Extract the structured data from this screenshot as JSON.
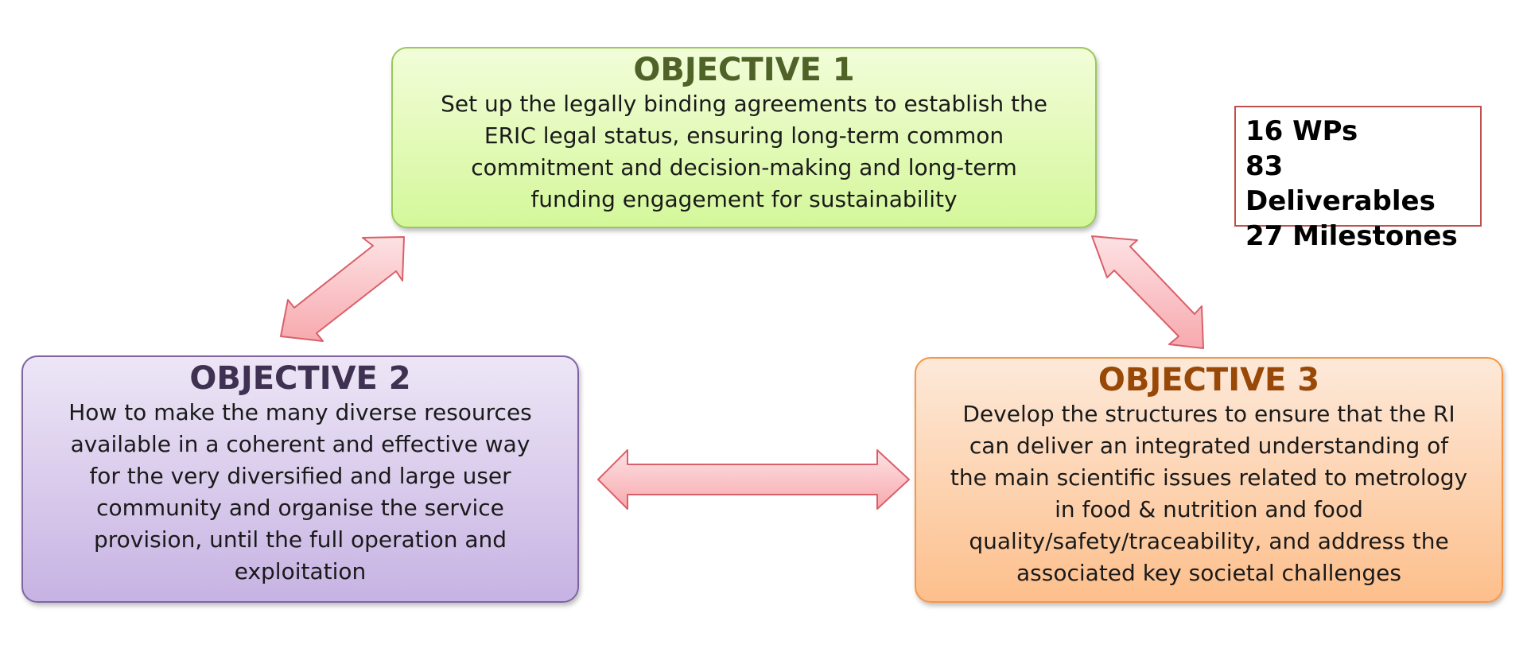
{
  "objectives": [
    {
      "title": "OBJECTIVE 1",
      "lines": [
        "Set up the legally binding agreements to establish the",
        "ERIC legal status, ensuring long-term common",
        "commitment and decision-making and long-term",
        "funding engagement for sustainability"
      ]
    },
    {
      "title": "OBJECTIVE 2",
      "lines": [
        "How to make the many diverse resources",
        "available in a coherent and effective way",
        "for the very diversified and large user",
        "community and organise the service",
        "provision, until the full operation and",
        "exploitation"
      ]
    },
    {
      "title": "OBJECTIVE 3",
      "lines": [
        "Develop the structures to ensure that the RI",
        "can deliver an integrated understanding of",
        "the main scientific issues related to metrology",
        "in food & nutrition and food",
        "quality/safety/traceability, and address the",
        "associated key societal challenges"
      ]
    }
  ],
  "stats": [
    "16 WPs",
    "83 Deliverables",
    "27 Milestones"
  ],
  "colors": {
    "arrow_fill": "#f9b8bc",
    "arrow_stroke": "#d9606a"
  }
}
